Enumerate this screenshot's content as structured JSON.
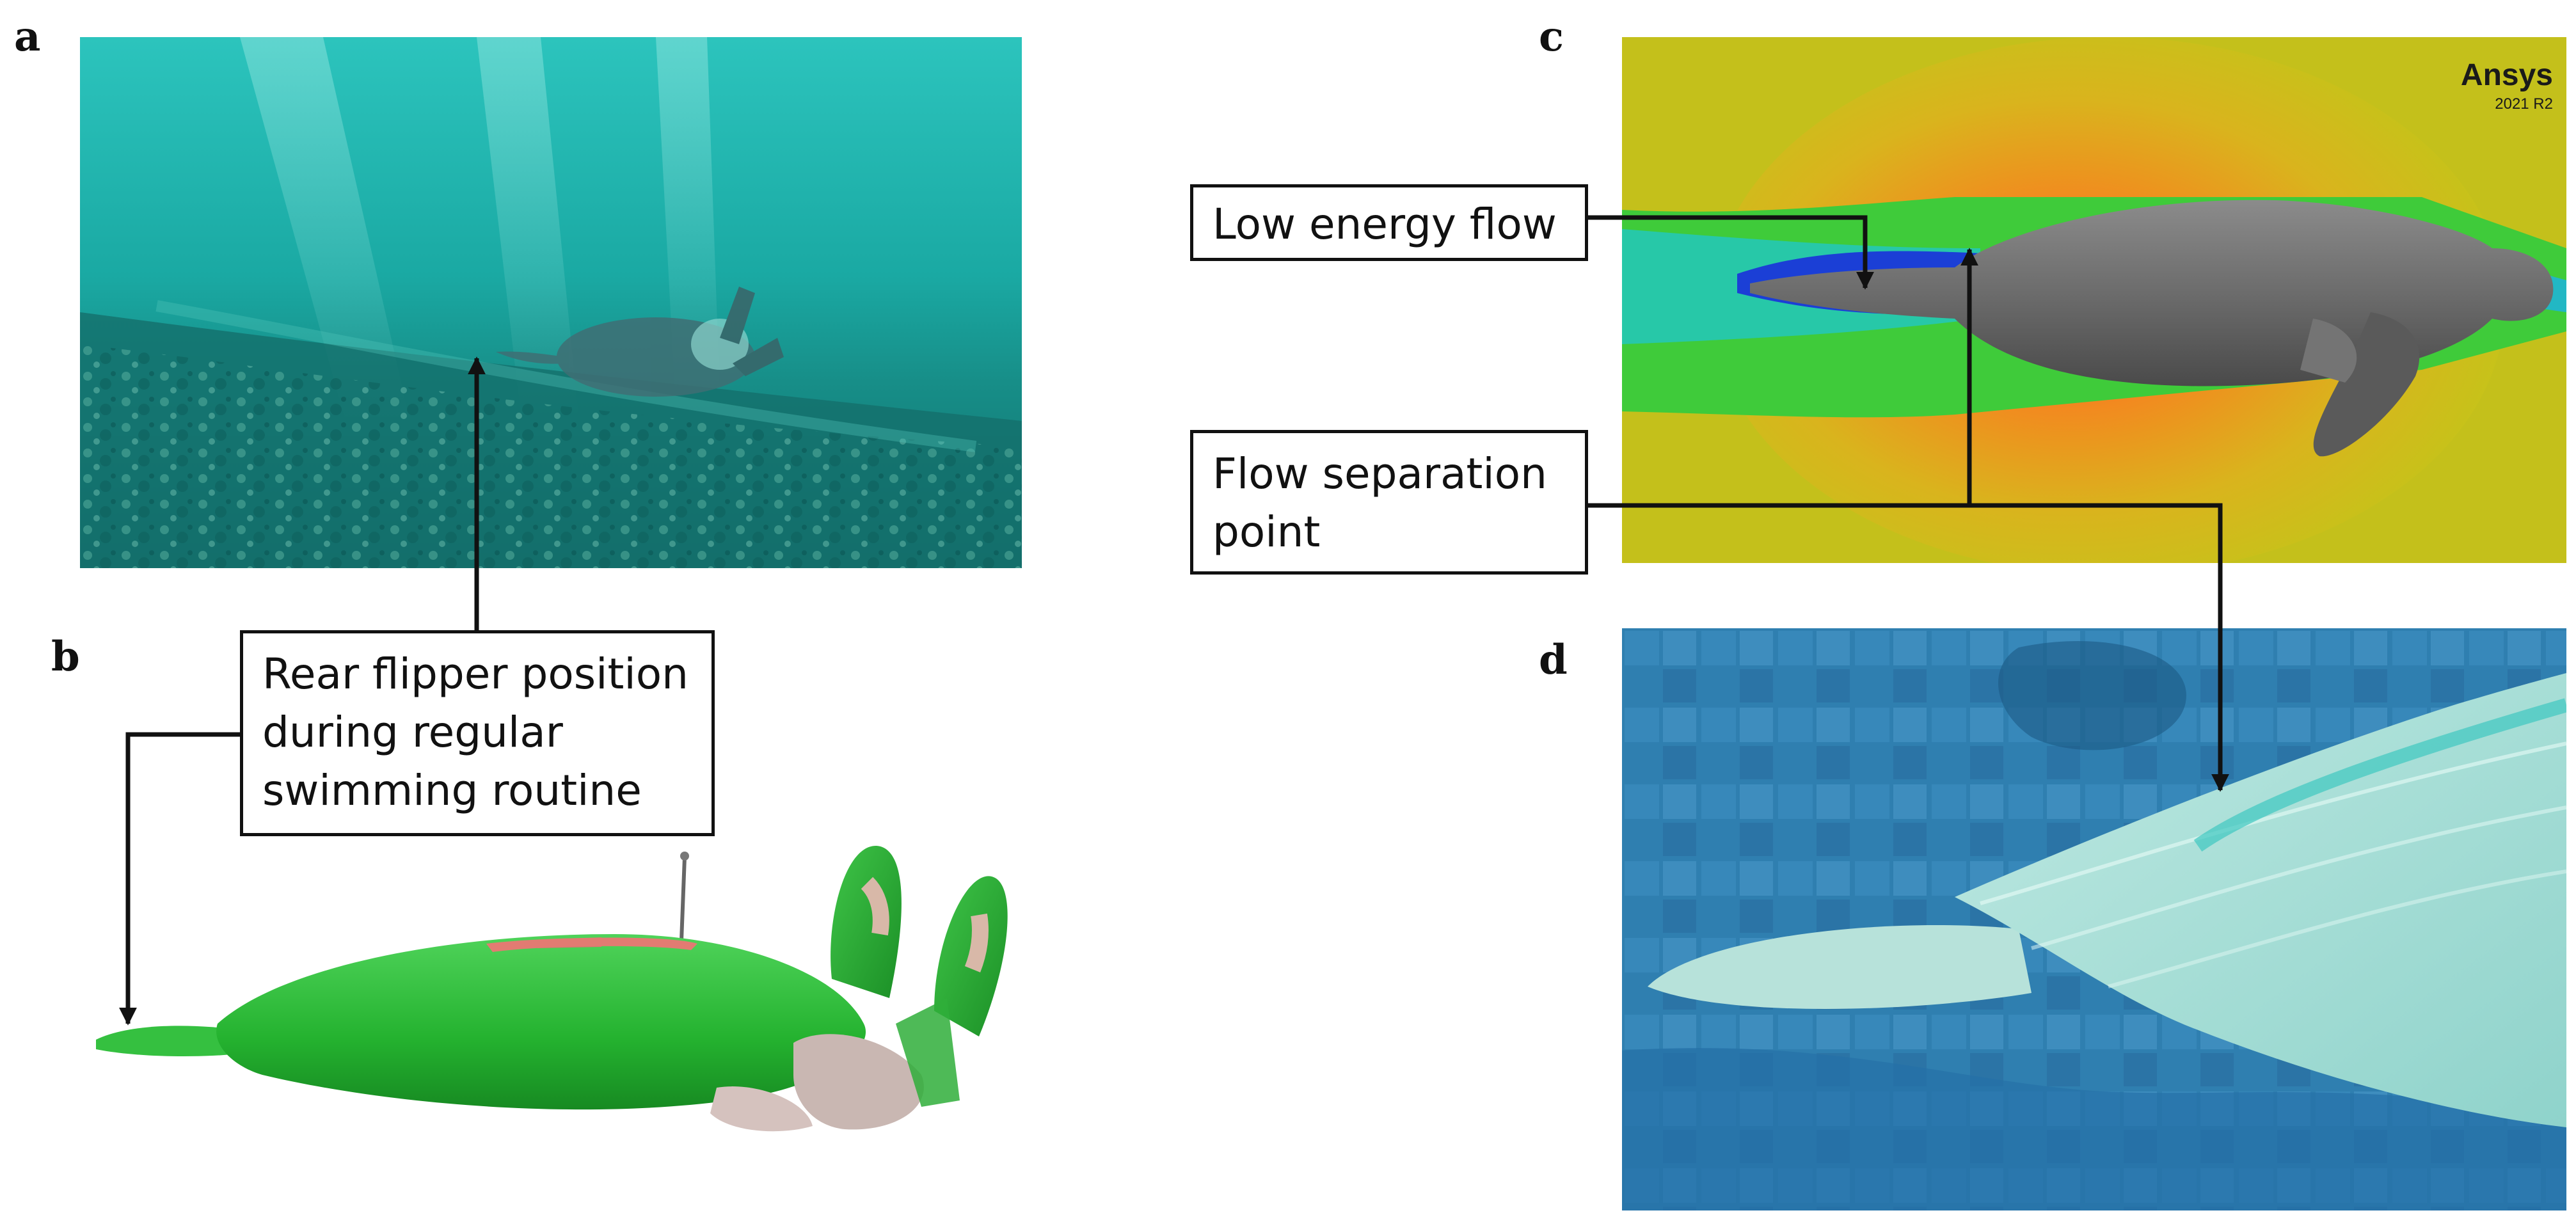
{
  "panels": {
    "a": "a",
    "b": "b",
    "c": "c",
    "d": "d"
  },
  "callouts": {
    "rear_flipper": "Rear flipper position\nduring regular\nswimming routine",
    "low_energy": "Low energy flow",
    "flow_separation": "Flow separation\npoint"
  },
  "watermark": {
    "brand": "Ansys",
    "version": "2021 R2"
  },
  "colors": {
    "underwater": "#1fb5ad",
    "robot_shell": "#2fc33b",
    "cfd_background": "#c7c21a",
    "cfd_high": "#f06a1c",
    "cfd_low": "#1b3fd6",
    "pool_water": "#2f7fb0"
  }
}
